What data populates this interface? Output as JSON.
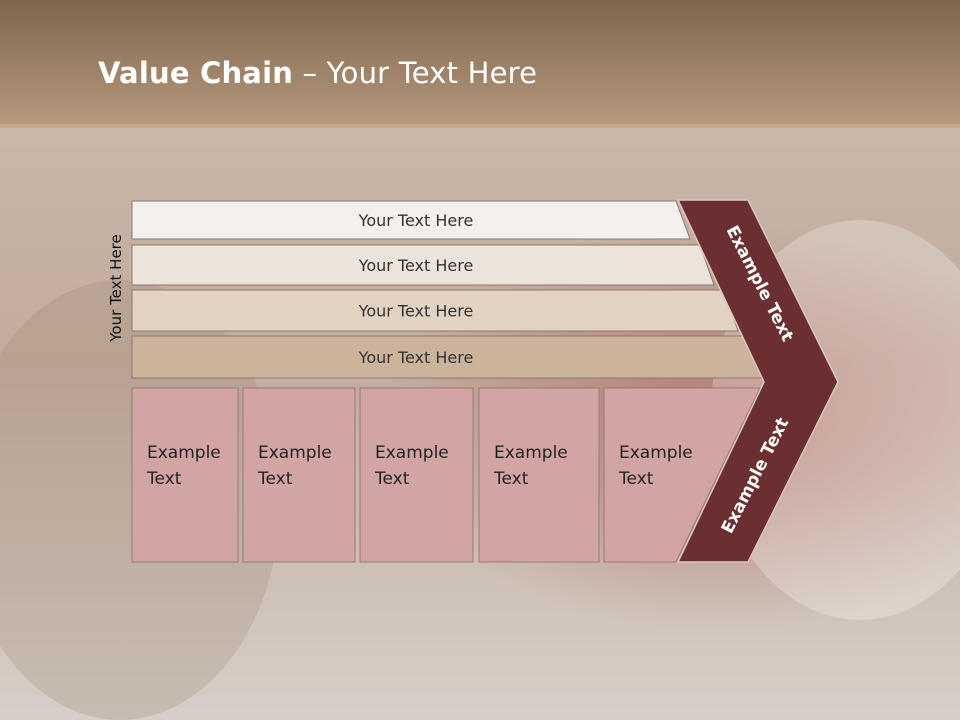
{
  "slide": {
    "title_bold": "Value Chain",
    "title_rest": " – Your Text Here",
    "side_label": "Your Text Here"
  },
  "bands": [
    {
      "label": "Your Text Here"
    },
    {
      "label": "Your Text Here"
    },
    {
      "label": "Your Text Here"
    },
    {
      "label": "Your Text Here"
    }
  ],
  "cells": [
    {
      "line1": "Example",
      "line2": "Text"
    },
    {
      "line1": "Example",
      "line2": "Text"
    },
    {
      "line1": "Example",
      "line2": "Text"
    },
    {
      "line1": "Example",
      "line2": "Text"
    },
    {
      "line1": "Example",
      "line2": "Text"
    }
  ],
  "arrow": {
    "upper_label": "Example Text",
    "lower_label": "Example Text"
  },
  "colors": {
    "band1": "#f3f0ed",
    "band2": "#ece3da",
    "band3": "#e2d2c2",
    "band4": "#cbb39c",
    "cell": "#d2a4a3",
    "arrow": "#6b2f31"
  }
}
